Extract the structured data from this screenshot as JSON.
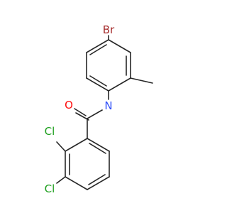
{
  "molecule": {
    "atoms": {
      "br": {
        "symbol": "Br",
        "color": "#a52a2a"
      },
      "o": {
        "symbol": "O",
        "color": "#ff0d0d"
      },
      "n": {
        "symbol": "N",
        "color": "#3050f8"
      },
      "cl1": {
        "symbol": "Cl",
        "color": "#1fa01f"
      },
      "cl2": {
        "symbol": "Cl",
        "color": "#1fa01f"
      }
    },
    "bond_color": "#262626"
  }
}
